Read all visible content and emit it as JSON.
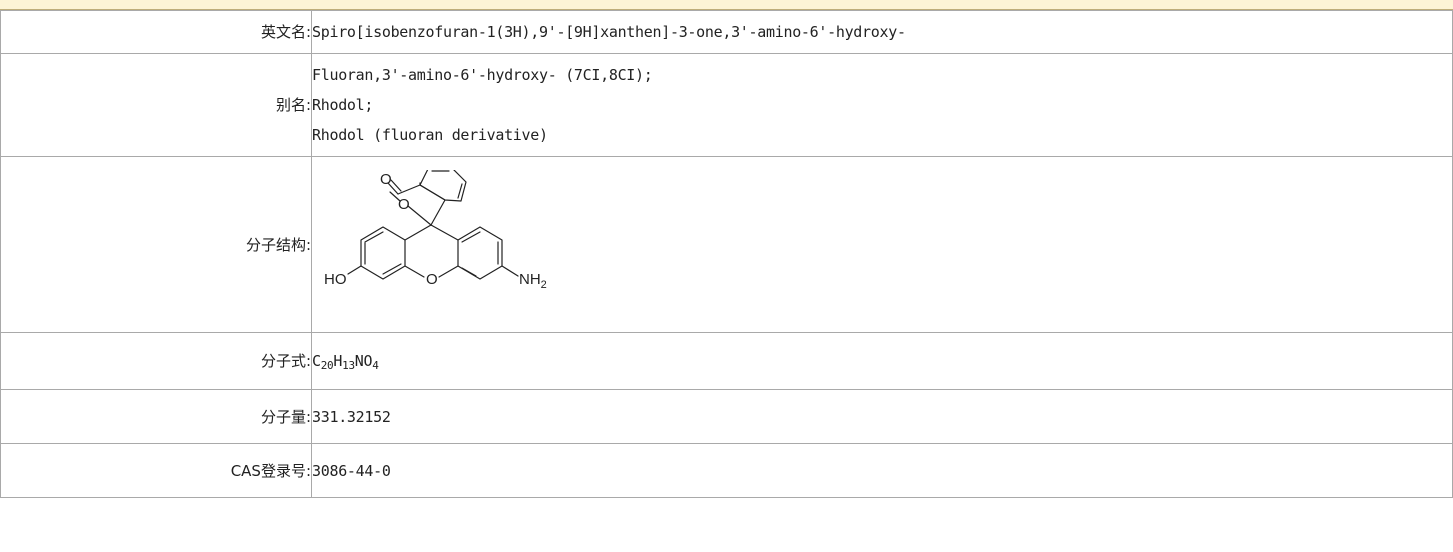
{
  "rows": {
    "english_name": {
      "label": "英文名:",
      "value": "Spiro[isobenzofuran-1(3H),9'-[9H]xanthen]-3-one,3'-amino-6'-hydroxy-"
    },
    "aliases": {
      "label": "别名:",
      "values": [
        "Fluoran,3'-amino-6'-hydroxy- (7CI,8CI);",
        "Rhodol;",
        "Rhodol (fluoran derivative)"
      ]
    },
    "structure": {
      "label": "分子结构:",
      "atoms": {
        "carbonyl_o": "O",
        "ring_o1": "O",
        "ring_o2": "O",
        "hydroxy": "HO",
        "amino": "NH",
        "amino_sub": "2"
      }
    },
    "formula": {
      "label": "分子式:",
      "parts": [
        {
          "el": "C",
          "n": "20"
        },
        {
          "el": "H",
          "n": "13"
        },
        {
          "el": "N",
          "n": ""
        },
        {
          "el": "O",
          "n": "4"
        }
      ]
    },
    "mol_weight": {
      "label": "分子量:",
      "value": "331.32152"
    },
    "cas": {
      "label": "CAS登录号:",
      "value": "3086-44-0"
    }
  }
}
